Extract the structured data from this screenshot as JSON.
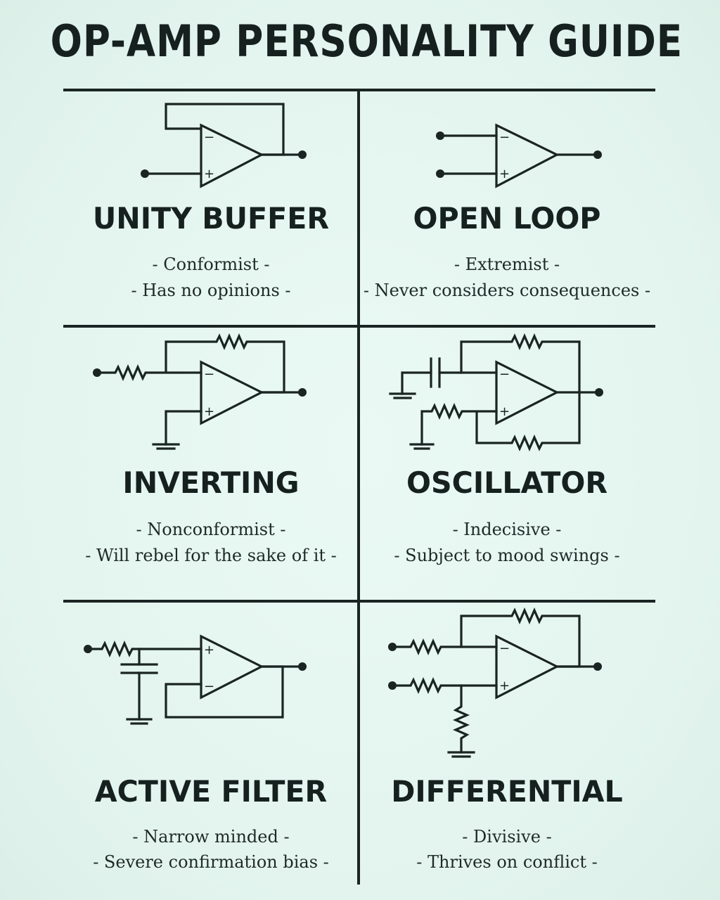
{
  "title": "OP-AMP PERSONALITY GUIDE",
  "cells": [
    {
      "name": "UNITY BUFFER",
      "line1": "- Conformist -",
      "line2": "- Has no opinions -"
    },
    {
      "name": "OPEN LOOP",
      "line1": "- Extremist -",
      "line2": "- Never considers consequences -"
    },
    {
      "name": "INVERTING",
      "line1": "- Nonconformist -",
      "line2": "- Will rebel for the sake of it -"
    },
    {
      "name": "OSCILLATOR",
      "line1": "- Indecisive -",
      "line2": "- Subject to mood swings -"
    },
    {
      "name": "ACTIVE FILTER",
      "line1": "- Narrow minded -",
      "line2": "- Severe confirmation bias -"
    },
    {
      "name": "DIFFERENTIAL",
      "line1": "- Divisive -",
      "line2": "- Thrives on conflict -"
    }
  ],
  "opamp_signs": {
    "minus": "−",
    "plus": "+"
  },
  "colors": {
    "background": "#e6f6f0",
    "ink": "#1a2422"
  }
}
